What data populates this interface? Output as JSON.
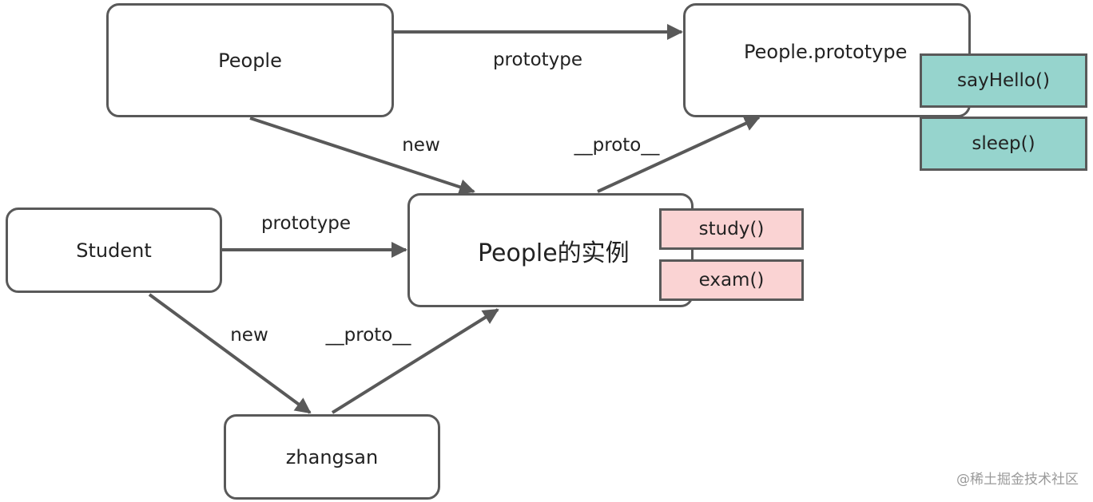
{
  "nodes": {
    "people": "People",
    "people_prototype": "People.prototype",
    "people_instance": "People的实例",
    "student": "Student",
    "zhangsan": "zhangsan"
  },
  "methods": {
    "say_hello": "sayHello()",
    "sleep": "sleep()",
    "study": "study()",
    "exam": "exam()"
  },
  "edges": {
    "people_to_prototype": "prototype",
    "people_new": "new",
    "instance_proto": "__proto__",
    "student_to_prototype": "prototype",
    "student_new": "new",
    "zhangsan_proto": "__proto__"
  },
  "watermark": "@稀土掘金技术社区",
  "colors": {
    "stroke": "#595959",
    "teal_method": "#96d4cd",
    "pink_method": "#fad3d3"
  }
}
